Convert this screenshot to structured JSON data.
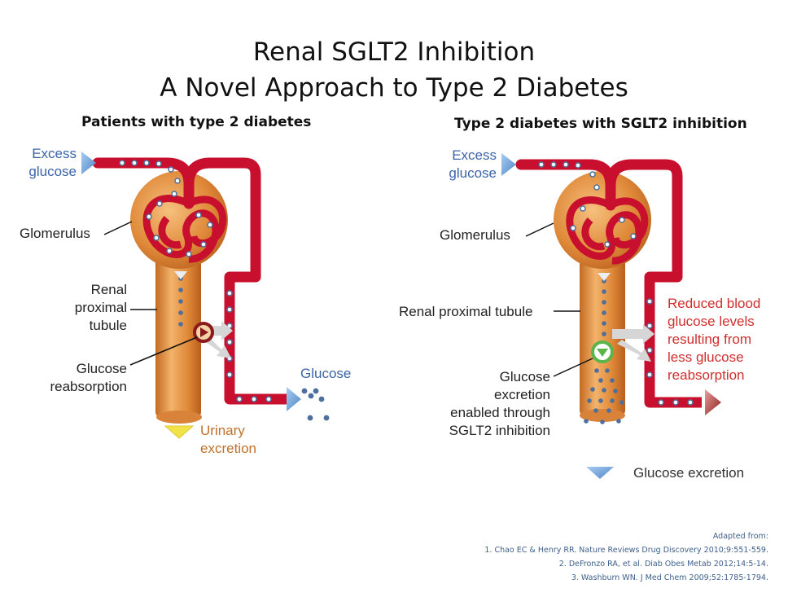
{
  "title": {
    "line1": "Renal SGLT2 Inhibition",
    "line2": "A Novel Approach to Type 2 Diabetes"
  },
  "left_panel": {
    "heading": "Patients with type 2 diabetes",
    "excess_glucose": [
      "Excess",
      "glucose"
    ],
    "glomerulus": "Glomerulus",
    "tubule": [
      "Renal",
      "proximal",
      "tubule"
    ],
    "reabsorption": [
      "Glucose",
      "reabsorption"
    ],
    "glucose": "Glucose",
    "urinary_excretion": [
      "Urinary",
      "excretion"
    ]
  },
  "right_panel": {
    "heading": "Type 2 diabetes with SGLT2 inhibition",
    "excess_glucose": [
      "Excess",
      "glucose"
    ],
    "glomerulus": "Glomerulus",
    "tubule": "Renal proximal tubule",
    "excretion": [
      "Glucose",
      "excretion",
      "enabled through",
      "SGLT2 inhibition"
    ],
    "reduced": [
      "Reduced blood",
      "glucose levels",
      "resulting from",
      "less glucose",
      "reabsorption"
    ],
    "glucose_excretion": "Glucose excretion"
  },
  "references": {
    "header": "Adapted from:",
    "items": [
      "1.    Chao EC & Henry RR. Nature Reviews Drug Discovery 2010;9:551-559.",
      "2.    DeFronzo RA, et al. Diab Obes Metab 2012;14:5-14.",
      "3.    Washburn WN. J Med Chem 2009;52:1785-1794."
    ]
  },
  "colors": {
    "vessel": "#c8102e",
    "vessel_dark": "#8e0b1e",
    "tubule": "#e79a4b",
    "tubule_dark": "#b9641f",
    "arrow_blue": "#6a9fd8",
    "dot": "#4d6f9e",
    "urinary_yellow": "#f2e24a",
    "inhibit_green": "#5ab54b",
    "reabsorb_red": "#8b1a1a",
    "reduced_red": "#d02e2e"
  },
  "icons": [
    "triangle-arrow-icon",
    "transporter-icon",
    "glucose-dot-icon"
  ]
}
